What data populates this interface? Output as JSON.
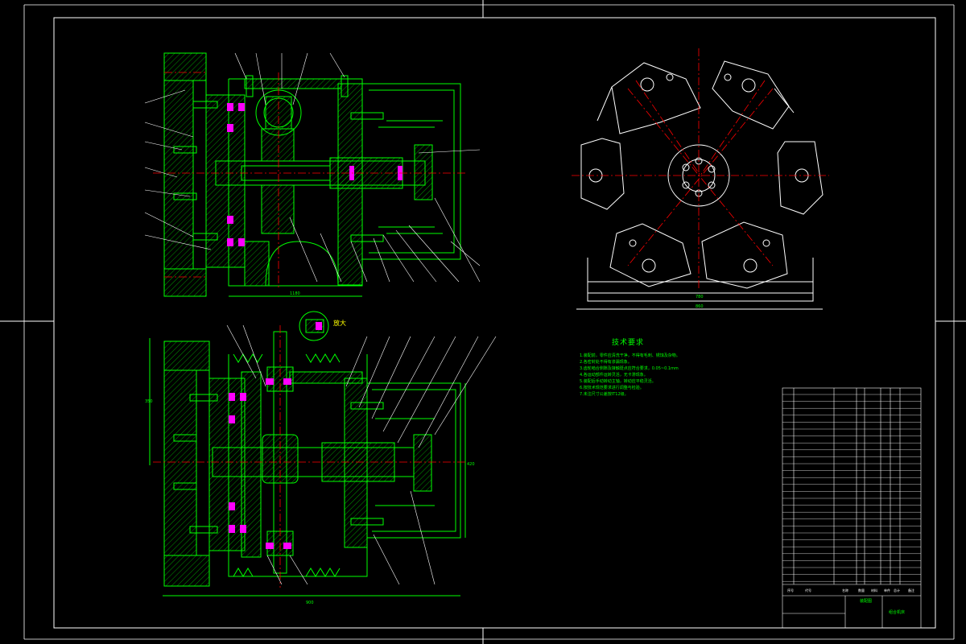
{
  "tech_requirements": {
    "title": "技术要求",
    "items": [
      "1.装配前，零件应清洗干净，不得有毛刺、锈蚀及杂物。",
      "2.各密封处不得有渗漏现象。",
      "3.齿轮啮合侧隙及接触斑点应符合要求，0.05~0.1mm",
      "4.各运动部件运转灵活，无卡滞现象。",
      "5.装配后手动转动主轴，转动应平稳灵活。",
      "6.按技术规范要求进行调整与检验。",
      "7.未注尺寸公差按IT12级。"
    ]
  },
  "dimensions": {
    "top_left_width": "1180",
    "bottom_width": "900",
    "bottom_height": "350",
    "bottom_right_height": "420",
    "right_view_width": "860",
    "right_view_inner": "780",
    "detail_label": "放大"
  },
  "title_block": {
    "header_cols": [
      "序号",
      "代号",
      "名称",
      "数量",
      "材料",
      "单件",
      "总计",
      "备注"
    ],
    "drawing_name": "装配图",
    "company": "组合机床"
  },
  "colors": {
    "outline": "#00ff00",
    "center_lines": "#ff0000",
    "hidden_parts": "#ff00ff",
    "frame": "#ffffff",
    "cut_hatch": "#00ff00"
  }
}
